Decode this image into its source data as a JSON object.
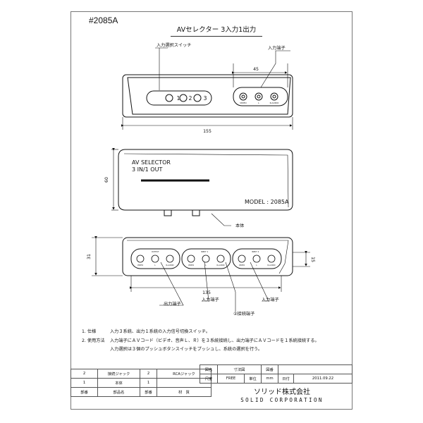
{
  "part_number": "#2085A",
  "drawing_title": "AVセレクター 3入力1出力",
  "top_view": {
    "callout_switch": "入力選択スイッチ",
    "callout_input": "入力端子",
    "dim_jacks": "45",
    "dim_length": "155",
    "button_labels": [
      "1",
      "2",
      "3"
    ],
    "jack_labels": [
      "VIDEO",
      "L",
      "R-AUDIO"
    ]
  },
  "front_view": {
    "printed_line1": "AV SELECTOR",
    "printed_line2": "3 IN/1 OUT",
    "model": "MODEL : 2085A",
    "dim_height": "60",
    "callout_body": "本体"
  },
  "rear_view": {
    "dim_depth": "31",
    "dim_span": "135",
    "dim_jack_h": "15",
    "callout_output": "出力端子",
    "callout_input_a": "入力端子",
    "callout_input_b": "入力端子",
    "callout_link": "②接続端子",
    "jack_tiny": [
      "VIDEO",
      "L",
      "R-AUDIO"
    ],
    "group_tiny": [
      "OUTPUT",
      "INPUT 1",
      "INPUT 2"
    ]
  },
  "notes": [
    {
      "key": "1. 仕様",
      "text": "入力３系統、出力１系統の入力信号切換スイッチ。"
    },
    {
      "key": "2. 使用方法",
      "text": "入力端子にＡＶコード（ビデオ、音声Ｌ、Ｒ）を３系統接続し、出力端子にＡＶコードを１系統接続する。"
    },
    {
      "key": "",
      "text": "入力選択は３個のプッシュボタンスイッチをプッシュし、系統の選択を行う。"
    }
  ],
  "title_block": {
    "hdr_drawing_name": "図名",
    "val_drawing_name": "寸法図",
    "hdr_number": "図番",
    "hdr_scale": "尺度",
    "val_scale": "FREE",
    "hdr_unit": "単位",
    "val_unit": "mm",
    "hdr_date": "日付",
    "val_date": "2011.09.22",
    "parts": [
      {
        "qty": "2",
        "name": "接続ジャック",
        "qty2": "2",
        "material": "RCAジャック"
      },
      {
        "qty": "1",
        "name": "本体",
        "qty2": "1",
        "material": ""
      }
    ],
    "footer": {
      "col1": "部番",
      "col2": "部品名",
      "col3": "部番",
      "col4": "材　質"
    },
    "company_jp": "ソリッド株式会社",
    "company_en": "SOLID CORPORATION"
  }
}
